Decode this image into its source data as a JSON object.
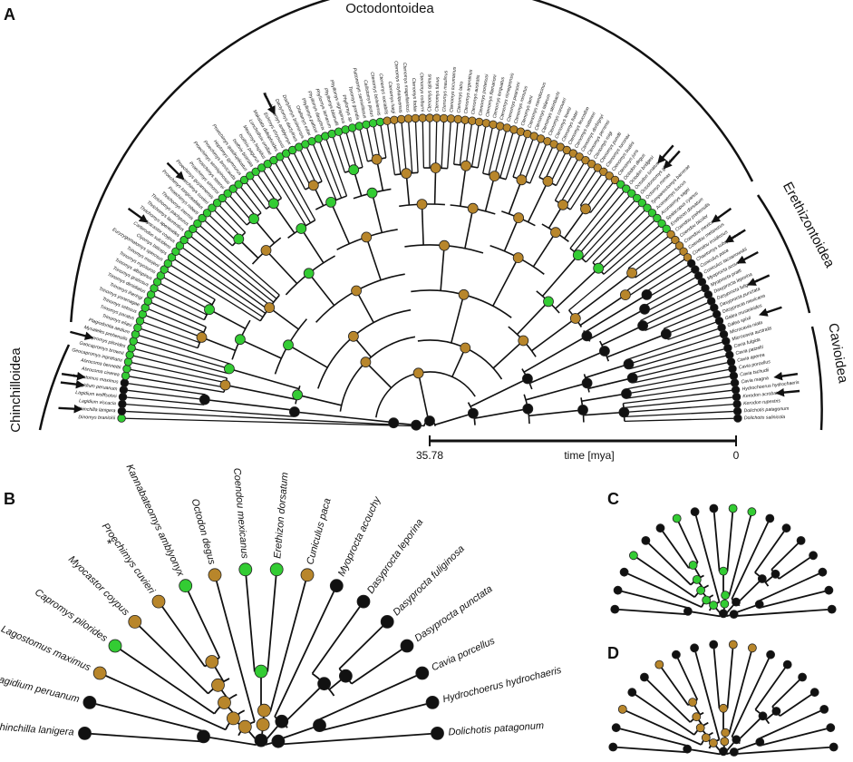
{
  "panels": {
    "A": "A",
    "B": "B",
    "C": "C",
    "D": "D"
  },
  "clades": {
    "octodontoidea": "Octodontoidea",
    "erethizontoidea": "Erethizontoidea",
    "cavioidea": "Cavioidea",
    "chinchilloidea": "Chinchilloidea"
  },
  "axis": {
    "label": "time [mya]",
    "start": "35.78",
    "end": "0"
  },
  "asterisk": "*",
  "colors": {
    "green": "#33cc33",
    "brown": "#b8862b",
    "black": "#111111",
    "line": "#111111"
  },
  "tree_a_tips": [
    "Dinomys branickii",
    "Chinchilla lanigera",
    "Lagidium viscacia",
    "Lagidium wolffsohni",
    "Lagidium peruanum",
    "Lagostomus maximus",
    "Abrocoma cinerea",
    "Abrocoma bennettii",
    "Geocapromys ingrahami",
    "Geocapromys brownii",
    "Capromys pilorides",
    "Mysateles prehensilis",
    "Plagiodontia aedium",
    "Trinomys eliasi",
    "Trinomys paratus",
    "Trinomys setosus",
    "Trinomys yonenagae",
    "Trinomys iheringi",
    "Trinomys dimidiatus",
    "Trinomys gratiosus",
    "Trinomys albispinus",
    "Trinomys myosuros",
    "Trinomys moojeni",
    "Euryzygomatomys spinosus",
    "Clyomys laticeps",
    "Carterodon sulcidens",
    "Myocastor coypus",
    "Thrichomys apereoides",
    "Thrichomys laurentius",
    "Thrichomys pachyurus",
    "Thrichomys inermis",
    "Proechimys roberti",
    "Proechimys longicaudatus",
    "Proechimys cuvieri",
    "Proechimys guyannensis",
    "Proechimys simonsi",
    "Proechimys steerei",
    "Proechimys semispinosus",
    "Proechimys brevicauda",
    "Hoplomys gymnurus",
    "Proechimys quadruplicatus",
    "Isothrix bistriata",
    "Isothrix pagurus",
    "Mesomys hispidus",
    "Lonchothrix emiliae",
    "Makalata didelphoides",
    "Echimys chrysurus",
    "Kannabateomys amblyonyx",
    "Dactylomys dactylinus",
    "Dactylomys boliviensis",
    "Olallamys edax",
    "Phyllomys pattoni",
    "Phyllomys dasythrix",
    "Phyllomys lamarum",
    "Phyllomys blainvilii",
    "Phyllomys nigrispinus",
    "Phyllomys sp",
    "Toromys grandis",
    "Pattonomys semivillosus",
    "Callistomys pictus",
    "Ctenomys boliviensis",
    "Ctenomys sociabilis",
    "Ctenomys haigi",
    "Ctenomys coyhaiquensis",
    "Ctenomys magellanicus",
    "Ctenomys fodax",
    "Ctenomys colburni",
    "Ctenomys opimus",
    "Ctenomys fulvus",
    "Ctenomys maulinus",
    "Ctenomys tucumanus",
    "Ctenomys latro",
    "Ctenomys argentinus",
    "Ctenomys australis",
    "Ctenomys porteousi",
    "Ctenomys flamarioni",
    "Ctenomys torquatus",
    "Ctenomys rionegrensis",
    "Ctenomys pearsoni",
    "Ctenomys minutus",
    "Ctenomys lami",
    "Ctenomys mendocinus",
    "Ctenomys talarum",
    "Ctenomys steinbachi",
    "Ctenomys conoveri",
    "Ctenomys lewisi",
    "Ctenomys frater",
    "Ctenomys leucodon",
    "Ctenomys nattereri",
    "Ctenomys dorbignyi",
    "Ctenomys perrensi",
    "Ctenomys roigi",
    "Ctenomys pundti",
    "Ctenomys tuconax",
    "Ctenomys budini",
    "Ctenomys juris",
    "Octodon degus",
    "Octodon bridgesi",
    "Octodon lunatus",
    "Octodontomys gliroides",
    "Octomys mimax",
    "Tympanoctomys barrerae",
    "Aconaemys fuscus",
    "Aconaemys sagei",
    "Spalacopus cyanus",
    "Erethizon dorsatum",
    "Coendou prehensilis",
    "Coendou bicolor",
    "Coendou mexicanus",
    "Coendou melanurus",
    "Coendou insidiosus",
    "Chaetomys subspinosus",
    "Cuniculus paca",
    "Cuniculus taczanowskii",
    "Myoprocta acouchy",
    "Myoprocta pratti",
    "Dasyprocta leporina",
    "Dasyprocta fuliginosa",
    "Dasyprocta punctata",
    "Dasyprocta mexicana",
    "Galea musteloides",
    "Galea spixii",
    "Microcavia niata",
    "Microcavia australis",
    "Cavia fulgida",
    "Cavia patzelti",
    "Cavia aperea",
    "Cavia porcellus",
    "Cavia tschudii",
    "Cavia magna",
    "Hydrochoerus hydrochaeris",
    "Kerodon acrobata",
    "Kerodon rupestris",
    "Dolichotis patagonum",
    "Dolichotis salinicola"
  ],
  "tree_b_tips": [
    "Chinchilla lanigera",
    "Lagidium peruanum",
    "Lagostomus maximus",
    "Capromys pilorides",
    "Myocastor coypus",
    "Proechimys cuvieri",
    "Kannabateomys amblyonyx",
    "Octodon degus",
    "Coendou mexicanus",
    "Erethizon dorsatum",
    "Cuniculus paca",
    "Myoprocta acouchy",
    "Dasyprocta leporina",
    "Dasyprocta fuliginosa",
    "Dasyprocta punctata",
    "Cavia porcellus",
    "Hydrochoerus hydrochaeris",
    "Dolichotis patagonum"
  ],
  "tree_b_tip_states": [
    "black",
    "black",
    "brown",
    "green",
    "brown",
    "brown",
    "green",
    "brown",
    "green",
    "green",
    "brown",
    "black",
    "black",
    "black",
    "black",
    "black",
    "black",
    "black"
  ],
  "tree_c_tip_states": [
    "black",
    "black",
    "black",
    "green",
    "black",
    "black",
    "green",
    "black",
    "black",
    "green",
    "green",
    "black",
    "black",
    "black",
    "black",
    "black",
    "black",
    "black"
  ],
  "tree_d_tip_states": [
    "black",
    "black",
    "brown",
    "black",
    "black",
    "brown",
    "black",
    "black",
    "black",
    "brown",
    "brown",
    "black",
    "black",
    "black",
    "black",
    "black",
    "black",
    "black"
  ]
}
